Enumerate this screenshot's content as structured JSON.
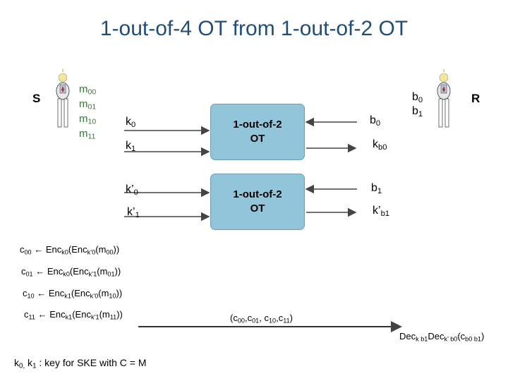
{
  "title": "1-out-of-4 OT from 1-out-of-2 OT",
  "sender": {
    "label": "S",
    "messages": [
      {
        "base": "m",
        "sub": "00"
      },
      {
        "base": "m",
        "sub": "01"
      },
      {
        "base": "m",
        "sub": "10"
      },
      {
        "base": "m",
        "sub": "11"
      }
    ]
  },
  "receiver": {
    "label": "R",
    "bits": [
      {
        "base": "b",
        "sub": "0"
      },
      {
        "base": "b",
        "sub": "1"
      }
    ]
  },
  "ot1": {
    "box_line1": "1-out-of-2",
    "box_line2": "OT",
    "in0": {
      "base": "k",
      "sub": "0"
    },
    "in1": {
      "base": "k",
      "sub": "1"
    },
    "choice": {
      "base": "b",
      "sub": "0"
    },
    "out": {
      "base": "k",
      "sub": "b0"
    }
  },
  "ot2": {
    "box_line1": "1-out-of-2",
    "box_line2": "OT",
    "in0": {
      "base": "k’",
      "sub": "0"
    },
    "in1": {
      "base": "k’",
      "sub": "1"
    },
    "choice": {
      "base": "b",
      "sub": "1"
    },
    "out": {
      "base": "k’",
      "sub": "b1"
    }
  },
  "ciphertexts": [
    {
      "c": "c",
      "c_sub": "00",
      "arrow": "←",
      "enc1": "Enc",
      "k1_sub": "k0",
      "enc2": "(Enc",
      "k2_sub": "k’0",
      "m": "(m",
      "m_sub": "00",
      "close": "))"
    },
    {
      "c": "c",
      "c_sub": "01",
      "arrow": "←",
      "enc1": "Enc",
      "k1_sub": "k0",
      "enc2": "(Enc",
      "k2_sub": "k’1",
      "m": "(m",
      "m_sub": "01",
      "close": "))"
    },
    {
      "c": "c",
      "c_sub": "10",
      "arrow": "←",
      "enc1": "Enc",
      "k1_sub": "k1",
      "enc2": "(Enc",
      "k2_sub": "k’0",
      "m": "(m",
      "m_sub": "10",
      "close": "))"
    },
    {
      "c": "c",
      "c_sub": "11",
      "arrow": "←",
      "enc1": "Enc",
      "k1_sub": "k1",
      "enc2": "(Enc",
      "k2_sub": "k’1",
      "m": "(m",
      "m_sub": "11",
      "close": "))"
    }
  ],
  "tuple": {
    "open": "(c",
    "s1": "00",
    "t1": ",c",
    "s2": "01",
    "t2": ", c",
    "s3": "10",
    "t3": ",c",
    "s4": "11",
    "close": ")"
  },
  "decrypt": {
    "p1": "Dec",
    "s1": "k b1",
    "p2": "Dec",
    "s2": "k’ b0",
    "p3": "(c",
    "s3": "b0 b1",
    "p4": ")"
  },
  "footnote": {
    "k0": "k",
    "k0_sub": "0,",
    "k1": " k",
    "k1_sub": "1",
    "text": " : key for SKE with C = M"
  },
  "colors": {
    "title": "#1f4e79",
    "messages": "#2e7d32",
    "ot_box": "#92c5d9",
    "person_head": "#f4e79a"
  },
  "icons": {
    "sender_person": "person-with-lightbulb-icon",
    "receiver_person": "person-with-lightbulb-icon"
  }
}
